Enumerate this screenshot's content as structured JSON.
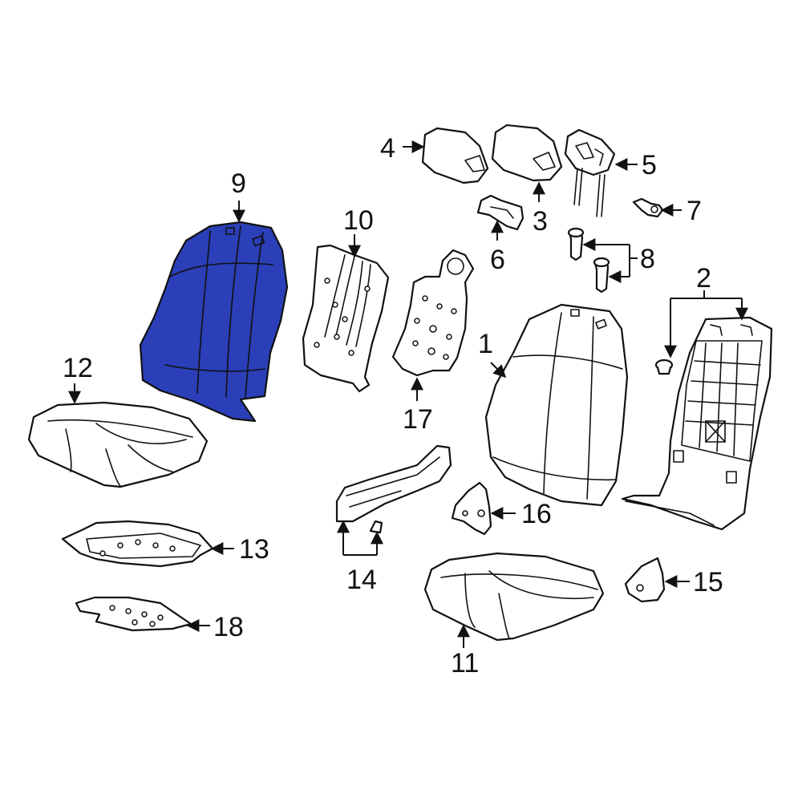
{
  "highlight_color": "#2a3fb8",
  "highlighted_part": "9",
  "callouts": [
    {
      "id": "1",
      "label": "1"
    },
    {
      "id": "2",
      "label": "2"
    },
    {
      "id": "3",
      "label": "3"
    },
    {
      "id": "4",
      "label": "4"
    },
    {
      "id": "5",
      "label": "5"
    },
    {
      "id": "6",
      "label": "6"
    },
    {
      "id": "7",
      "label": "7"
    },
    {
      "id": "8",
      "label": "8"
    },
    {
      "id": "9",
      "label": "9"
    },
    {
      "id": "10",
      "label": "10"
    },
    {
      "id": "11",
      "label": "11"
    },
    {
      "id": "12",
      "label": "12"
    },
    {
      "id": "13",
      "label": "13"
    },
    {
      "id": "14",
      "label": "14"
    },
    {
      "id": "15",
      "label": "15"
    },
    {
      "id": "16",
      "label": "16"
    },
    {
      "id": "17",
      "label": "17"
    },
    {
      "id": "18",
      "label": "18"
    }
  ]
}
